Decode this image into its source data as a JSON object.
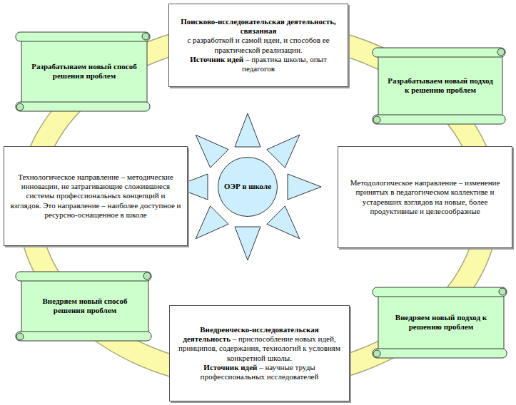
{
  "diagram": {
    "nodes": [
      {
        "text": [
          "Поисково-исследовательская деятельность, связанная",
          "с разработкой и самой идеи, и способов ее практической реализации.",
          "Источник идей",
          "– практика школы, опыт педагогов"
        ]
      },
      {
        "text": [
          "Разрабатываем новый способ решения проблем"
        ]
      },
      {
        "text": [
          "Разрабатываем новый подход к решению проблем"
        ]
      },
      {
        "text": [
          "Технологическое направление – методические инновации, не затрагивающие сложившиеся системы профессиональных концепций и взглядов. Это направление – наиболее доступное и ресурсно-оснащенное в школе"
        ]
      },
      {
        "text": [
          "ОЭР в школе"
        ]
      },
      {
        "text": [
          "Методологическое направление – изменение принятых в педагогическом коллективе и устаревших взглядов на новые, более продуктивные и целесообразные"
        ]
      },
      {
        "text": [
          "Внедряем новый способ решения проблем"
        ]
      },
      {
        "text": [
          "Внедренческо-исследовательская деятельность",
          "– приспособление новых идей, принципов, содержания, технологий к условиям конкретной школы.",
          "Источник идей",
          "– научные труды профессиональных исследователей"
        ]
      },
      {
        "text": [
          "Внедряем новый подход к решению проблем"
        ]
      }
    ]
  }
}
